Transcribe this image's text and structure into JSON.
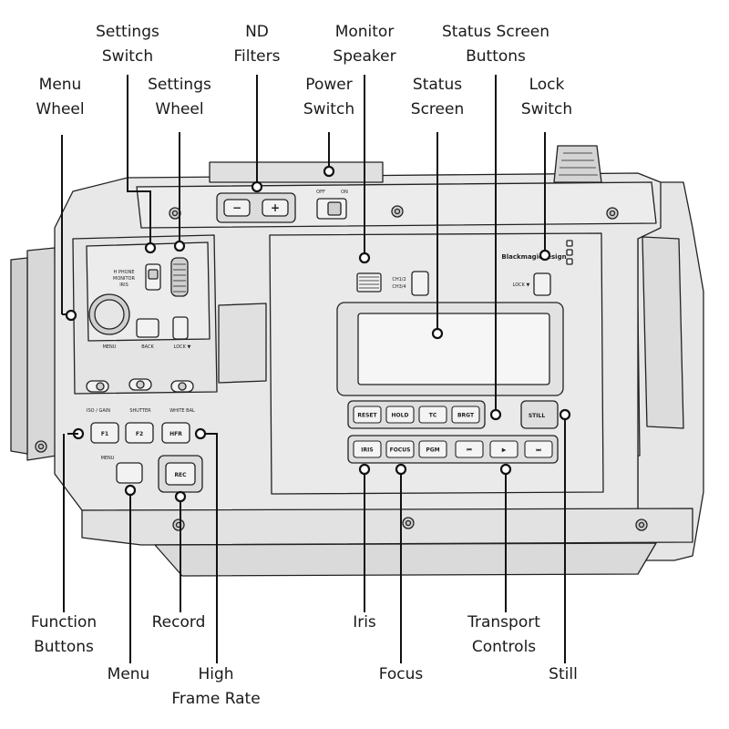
{
  "callouts": {
    "settings_switch": "Settings\nSwitch",
    "nd_filters": "ND\nFilters",
    "monitor_speaker": "Monitor\nSpeaker",
    "status_screen_buttons": "Status Screen\nButtons",
    "menu_wheel": "Menu\nWheel",
    "settings_wheel": "Settings\nWheel",
    "power_switch": "Power\nSwitch",
    "status_screen": "Status\nScreen",
    "lock_switch": "Lock\nSwitch",
    "function_buttons": "Function\nButtons",
    "record": "Record",
    "iris": "Iris",
    "transport_controls": "Transport\nControls",
    "menu": "Menu",
    "high_frame_rate": "High\nFrame Rate",
    "focus": "Focus",
    "still": "Still"
  },
  "device_labels": {
    "brand": "Blackmagicdesign",
    "power_off": "OFF",
    "power_on": "ON",
    "speaker_ch1": "CH1/2",
    "speaker_ch3": "CH3/4",
    "lock": "LOCK ▼",
    "settings_switch_lines": [
      "H PHONE",
      "MONITOR",
      "IRIS"
    ],
    "menu_label": "MENU",
    "back_label": "BACK",
    "lock_small": "LOCK ▼",
    "iso_gain": "ISO / GAIN",
    "shutter": "SHUTTER",
    "white_bal": "WHITE BAL",
    "f1": "F1",
    "f2": "F2",
    "hfr": "HFR",
    "menu_btn": "MENU",
    "rec_btn": "REC",
    "nd_minus": "−",
    "nd_plus": "+",
    "status_buttons": [
      "RESET",
      "HOLD",
      "TC",
      "BRGT"
    ],
    "still_btn": "STILL",
    "lower_buttons": [
      "IRIS",
      "FOCUS",
      "PGM"
    ],
    "transport_icons": [
      "⏮",
      "▶",
      "⏭"
    ]
  }
}
